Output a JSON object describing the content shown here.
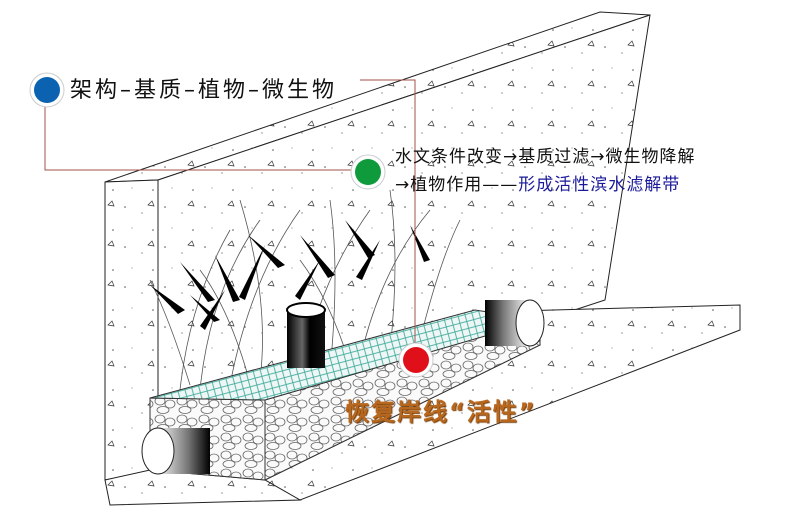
{
  "labels": {
    "structure": "架构–基质–植物–微生物",
    "process_line1": "水文条件改变→基质过滤→微生物降解",
    "process_line2_prefix": "→植物作用——",
    "process_line2_highlight": "形成活性滨水滤解带",
    "restore": "恢复岸线“活性”"
  },
  "colors": {
    "blue_marker": "#0a62b0",
    "green_marker": "#0f9a3c",
    "red_marker": "#e0101a",
    "leader_line": "#a0524a",
    "highlight_text": "#1a1a9a",
    "restore_text": "#b8681e",
    "mesh": "#3aa89a"
  }
}
